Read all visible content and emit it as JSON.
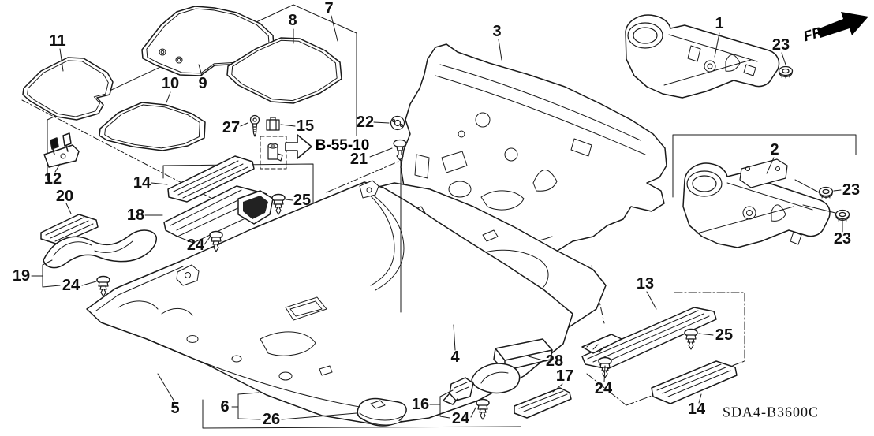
{
  "diagram": {
    "fr_label": "FR.",
    "ref_label": "B-55-10",
    "code": "SDA4-B3600C",
    "parts": {
      "1": "1",
      "2": "2",
      "3": "3",
      "4": "4",
      "5": "5",
      "6": "6",
      "7": "7",
      "8": "8",
      "9": "9",
      "10": "10",
      "11": "11",
      "12": "12",
      "13": "13",
      "14": "14",
      "15": "15",
      "16": "16",
      "17": "17",
      "18": "18",
      "19": "19",
      "20": "20",
      "21": "21",
      "22": "22",
      "23": "23",
      "24": "24",
      "25": "25",
      "26": "26",
      "27": "27",
      "28": "28"
    }
  }
}
